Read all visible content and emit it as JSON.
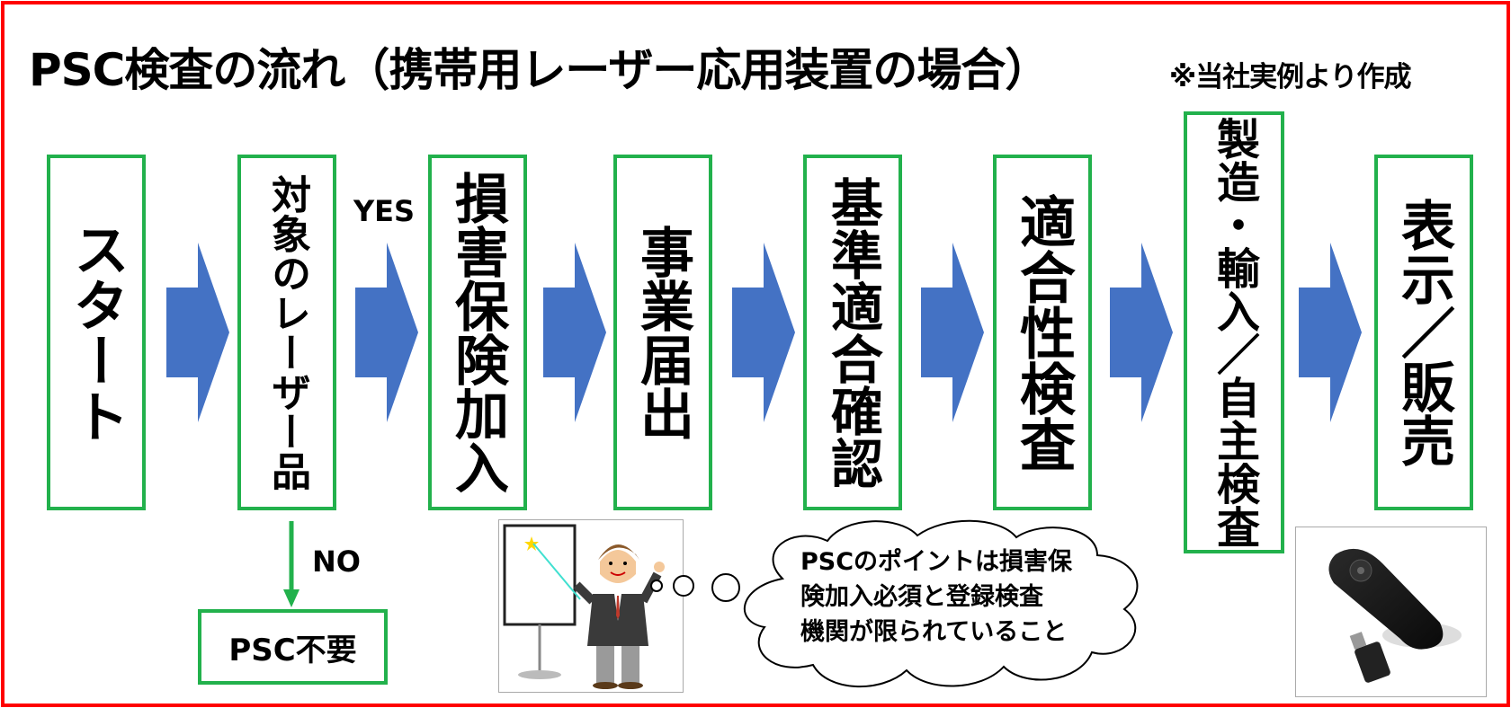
{
  "title": {
    "main": "PSC検査の流れ（携帯用レーザー応用装置の場合）",
    "note": "※当社実例より作成"
  },
  "steps": [
    {
      "label": "スタート"
    },
    {
      "label": "対象のレーザー品"
    },
    {
      "label": "損害保険加入"
    },
    {
      "label": "事業届出"
    },
    {
      "label": "基準適合確認"
    },
    {
      "label": "適合性検査"
    },
    {
      "label": "製造・輸入／自主検査"
    },
    {
      "label": "表示／販売"
    }
  ],
  "branch": {
    "yes_label": "YES",
    "no_label": "NO",
    "no_result": "PSC不要"
  },
  "callout": {
    "lines": [
      "PSCのポイントは損害保",
      "険加入必須と登録検査",
      "機関が限られていること"
    ]
  },
  "colors": {
    "frame": "#ff0000",
    "box_border": "#22b14c",
    "arrow_fill": "#4472c4",
    "no_arrow": "#22b14c"
  },
  "icons": {
    "presenter": "presenter-illustration",
    "product": "laser-pointer-remote-photo"
  }
}
